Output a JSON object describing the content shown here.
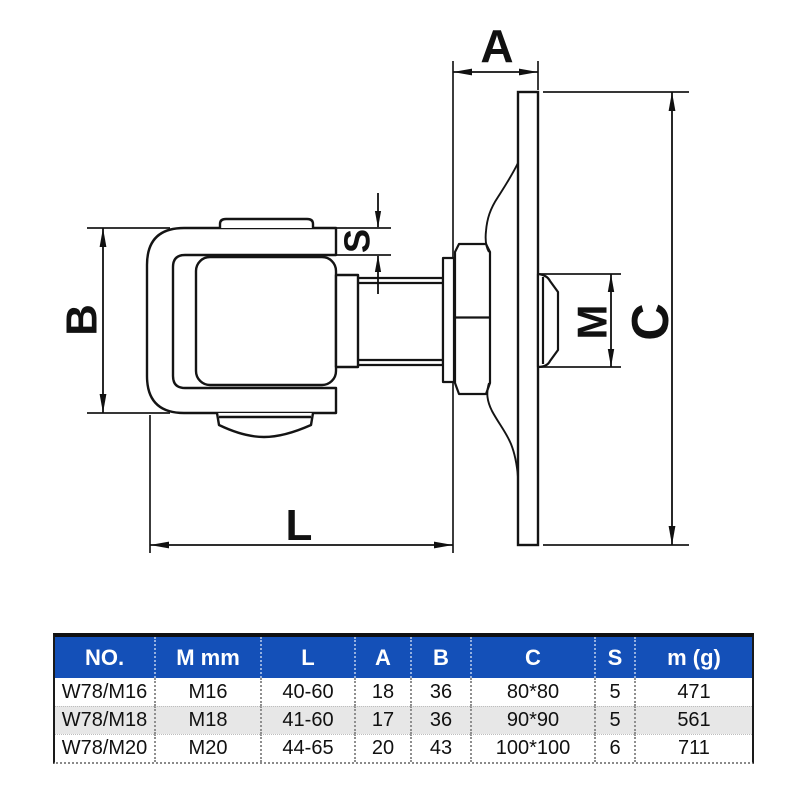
{
  "dimensions": {
    "A": "A",
    "B": "B",
    "C": "C",
    "L": "L",
    "M": "M",
    "S": "S"
  },
  "table": {
    "headers": [
      "NO.",
      "M mm",
      "L",
      "A",
      "B",
      "C",
      "S",
      "m (g)"
    ],
    "rows": [
      [
        "W78/M16",
        "M16",
        "40-60",
        "18",
        "36",
        "80*80",
        "5",
        "471"
      ],
      [
        "W78/M18",
        "M18",
        "41-60",
        "17",
        "36",
        "90*90",
        "5",
        "561"
      ],
      [
        "W78/M20",
        "M20",
        "44-65",
        "20",
        "43",
        "100*100",
        "6",
        "711"
      ]
    ]
  },
  "colors": {
    "header_bg": "#1450b8",
    "header_text": "#ffffff",
    "row_alt": "#e7e7e7",
    "line": "#111111"
  }
}
